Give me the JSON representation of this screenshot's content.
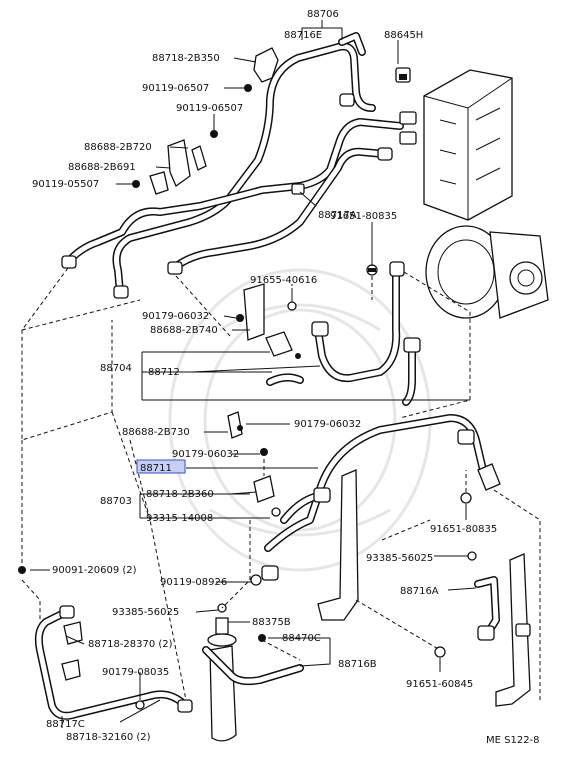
{
  "diagram": {
    "labels": {
      "p88706": "88706",
      "p88716e": "88716E",
      "p88645h": "88645H",
      "p88718_2b350": "88718-2B350",
      "p90119_06507a": "90119-06507",
      "p90119_06507b": "90119-06507",
      "p88688_2b720": "88688-2B720",
      "p88688_2b691": "88688-2B691",
      "p90119_05507": "90119-05507",
      "p88717a": "88717A",
      "p91651_80835a": "91651-80835",
      "p91655_40616": "91655-40616",
      "p90179_06032a": "90179-06032",
      "p88688_2b740": "88688-2B740",
      "p88704": "88704",
      "p88712": "88712",
      "p88688_2b730": "88688-2B730",
      "p90179_06032b": "90179-06032",
      "p90179_06032c": "90179-06032",
      "p88711": "88711",
      "p88703": "88703",
      "p88718_2b360": "88718-2B360",
      "p93315_14008": "93315-14008",
      "p91651_80835b": "91651-80835",
      "p93385_56025a": "93385-56025",
      "p90119_08926": "90119-08926",
      "p88716a": "88716A",
      "p90091_20609": "90091-20609 (2)",
      "p93385_56025b": "93385-56025",
      "p88375b": "88375B",
      "p88718_28370": "88718-28370 (2)",
      "p88470c": "88470C",
      "p88716b": "88716B",
      "p90179_08035": "90179-08035",
      "p91651_60845": "91651-60845",
      "p88717c": "88717C",
      "p88718_32160": "88718-32160 (2)",
      "ref": "ME S122-8"
    },
    "highlight_color": "#2f4fd8",
    "highlight_fill": "#c7cff2"
  }
}
